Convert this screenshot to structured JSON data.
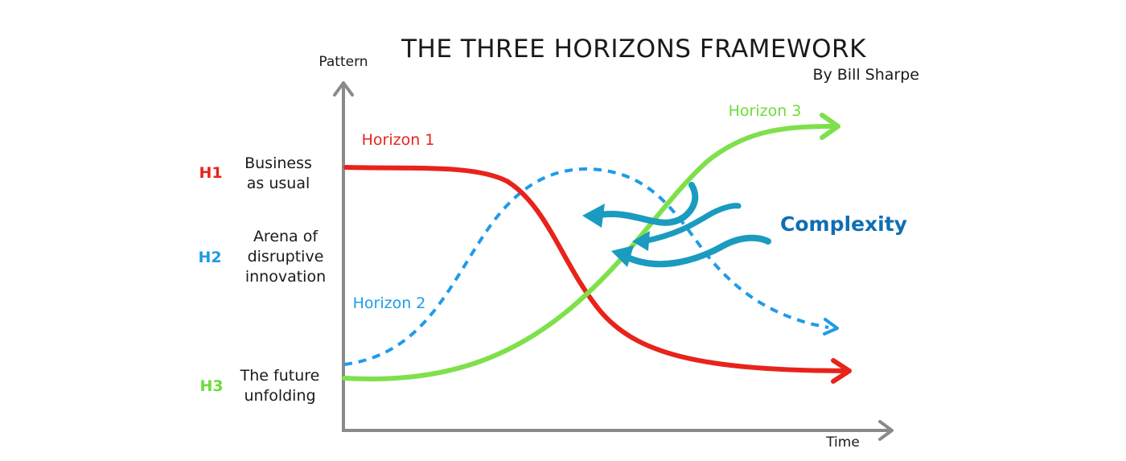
{
  "title": "THE THREE HORIZONS FRAMEWORK",
  "subtitle": "By Bill Sharpe",
  "axes": {
    "y_label": "Pattern",
    "x_label": "Time"
  },
  "rows": [
    {
      "code": "H1",
      "lines": [
        "Business",
        "as usual"
      ],
      "color": "#e8231a"
    },
    {
      "code": "H2",
      "lines": [
        "Arena of",
        "disruptive",
        "innovation"
      ],
      "color": "#1f9be8"
    },
    {
      "code": "H3",
      "lines": [
        "The future",
        "unfolding"
      ],
      "color": "#6ddc3a"
    }
  ],
  "curves": [
    {
      "label": "Horizon 1",
      "color": "#e8231a",
      "style": "solid",
      "shape": "declining S-curve"
    },
    {
      "label": "Horizon 2",
      "color": "#1f9be8",
      "style": "dashed",
      "shape": "rise and fall"
    },
    {
      "label": "Horizon 3",
      "color": "#7ee04a",
      "style": "solid",
      "shape": "rising S-curve"
    }
  ],
  "complexity": {
    "label": "Complexity",
    "color": "#0f6eb3",
    "swirl_color": "#1a9bbf"
  },
  "colors": {
    "axis": "#8a8a8a",
    "text": "#1a1a1a"
  }
}
